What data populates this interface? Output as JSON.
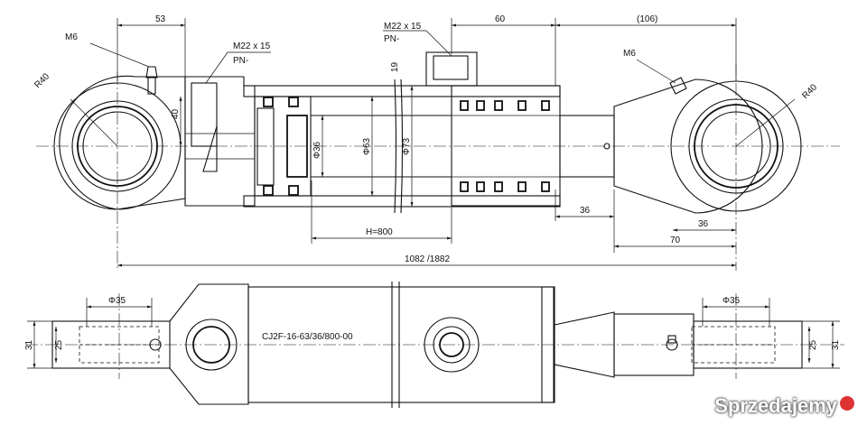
{
  "drawing": {
    "dims": {
      "d53": "53",
      "d60": "60",
      "d106": "(106)",
      "d40": "40",
      "d19": "19",
      "d36a": "36",
      "d36b": "36",
      "d70": "70",
      "stroke": "H=800",
      "total": "1082 /1882",
      "phi36": "Φ36",
      "phi63": "Φ63",
      "phi73": "Φ73",
      "phi35l": "Φ35",
      "phi35r": "Φ35",
      "d31l": "31",
      "d25l": "25",
      "d31r": "31",
      "d25r": "25",
      "r40l": "R40",
      "r40r": "R40"
    },
    "labels": {
      "m6_left": "M6",
      "m6_right": "M6",
      "port1_thread": "M22 x 15",
      "port1_pn": "PN-",
      "port2_thread": "M22 x 15",
      "port2_pn": "PN-",
      "model": "CJ2F-16-63/36/800-00"
    },
    "watermark": "Sprzedajemy"
  },
  "colors": {
    "line": "#111111",
    "hatch": "#555555",
    "background": "#ffffff"
  }
}
